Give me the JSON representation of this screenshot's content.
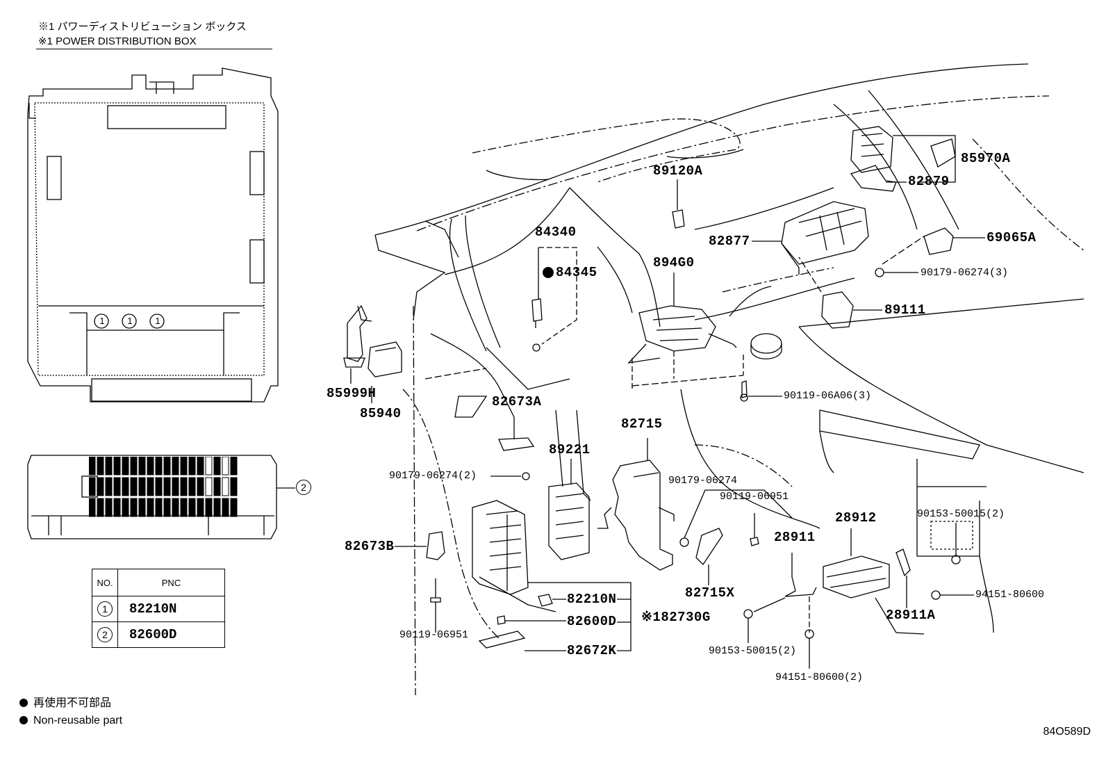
{
  "header": {
    "title_jp": "※1 パワーディストリビューション ボックス",
    "title_en": "※1 POWER DISTRIBUTION BOX"
  },
  "pdb_markers": {
    "one": "1",
    "two": "2"
  },
  "table": {
    "col_no": "NO.",
    "col_pnc": "PNC",
    "rows": [
      {
        "no": "1",
        "pnc": "82210N"
      },
      {
        "no": "2",
        "pnc": "82600D"
      }
    ]
  },
  "parts": {
    "p85970A": "85970A",
    "p82879": "82879",
    "p89120A": "89120A",
    "p82877": "82877",
    "p69065A": "69065A",
    "p84340": "84340",
    "p84345": "84345",
    "p894G0": "894G0",
    "p90179_06274_3": "90179-06274(3)",
    "p89111": "89111",
    "p85999H": "85999H",
    "p85940": "85940",
    "p90119_06A06_3": "90119-06A06(3)",
    "p82673A": "82673A",
    "p82715": "82715",
    "p89221": "89221",
    "p90179_06274_2": "90179-06274(2)",
    "p90179_06274": "90179-06274",
    "p90119_06951_r": "90119-06951",
    "p90153_50015_2_r": "90153-50015(2)",
    "p28912": "28912",
    "p82673B": "82673B",
    "p28911": "28911",
    "p82715X": "82715X",
    "p82210N": "82210N",
    "p82730G": "※182730G",
    "p28911A": "28911A",
    "p94151_80600": "94151-80600",
    "p82600D": "82600D",
    "p90119_06951_l": "90119-06951",
    "p90153_50015_2_b": "90153-50015(2)",
    "p82672K": "82672K",
    "p94151_80600_2": "94151-80600(2)"
  },
  "notes": {
    "jp": "再使用不可部品",
    "en": "Non-reusable part"
  },
  "ref_code": "84O589D"
}
